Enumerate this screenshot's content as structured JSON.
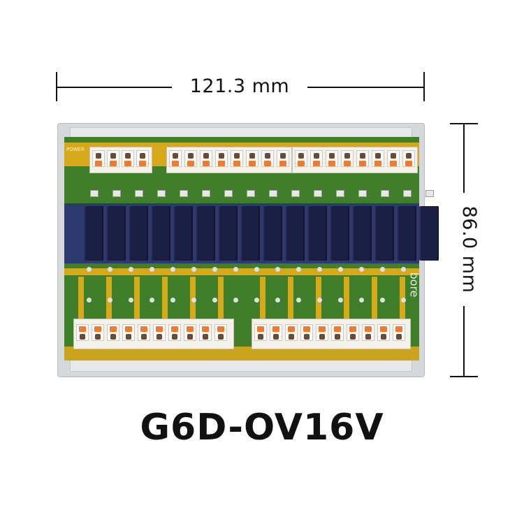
{
  "dimensions": {
    "width_label": "121.3 mm",
    "height_label": "86.0 mm"
  },
  "product": {
    "model": "G6D-OV16V"
  },
  "board": {
    "brand_mark": "bore",
    "power_label": "POWER",
    "relay_count": 16
  }
}
